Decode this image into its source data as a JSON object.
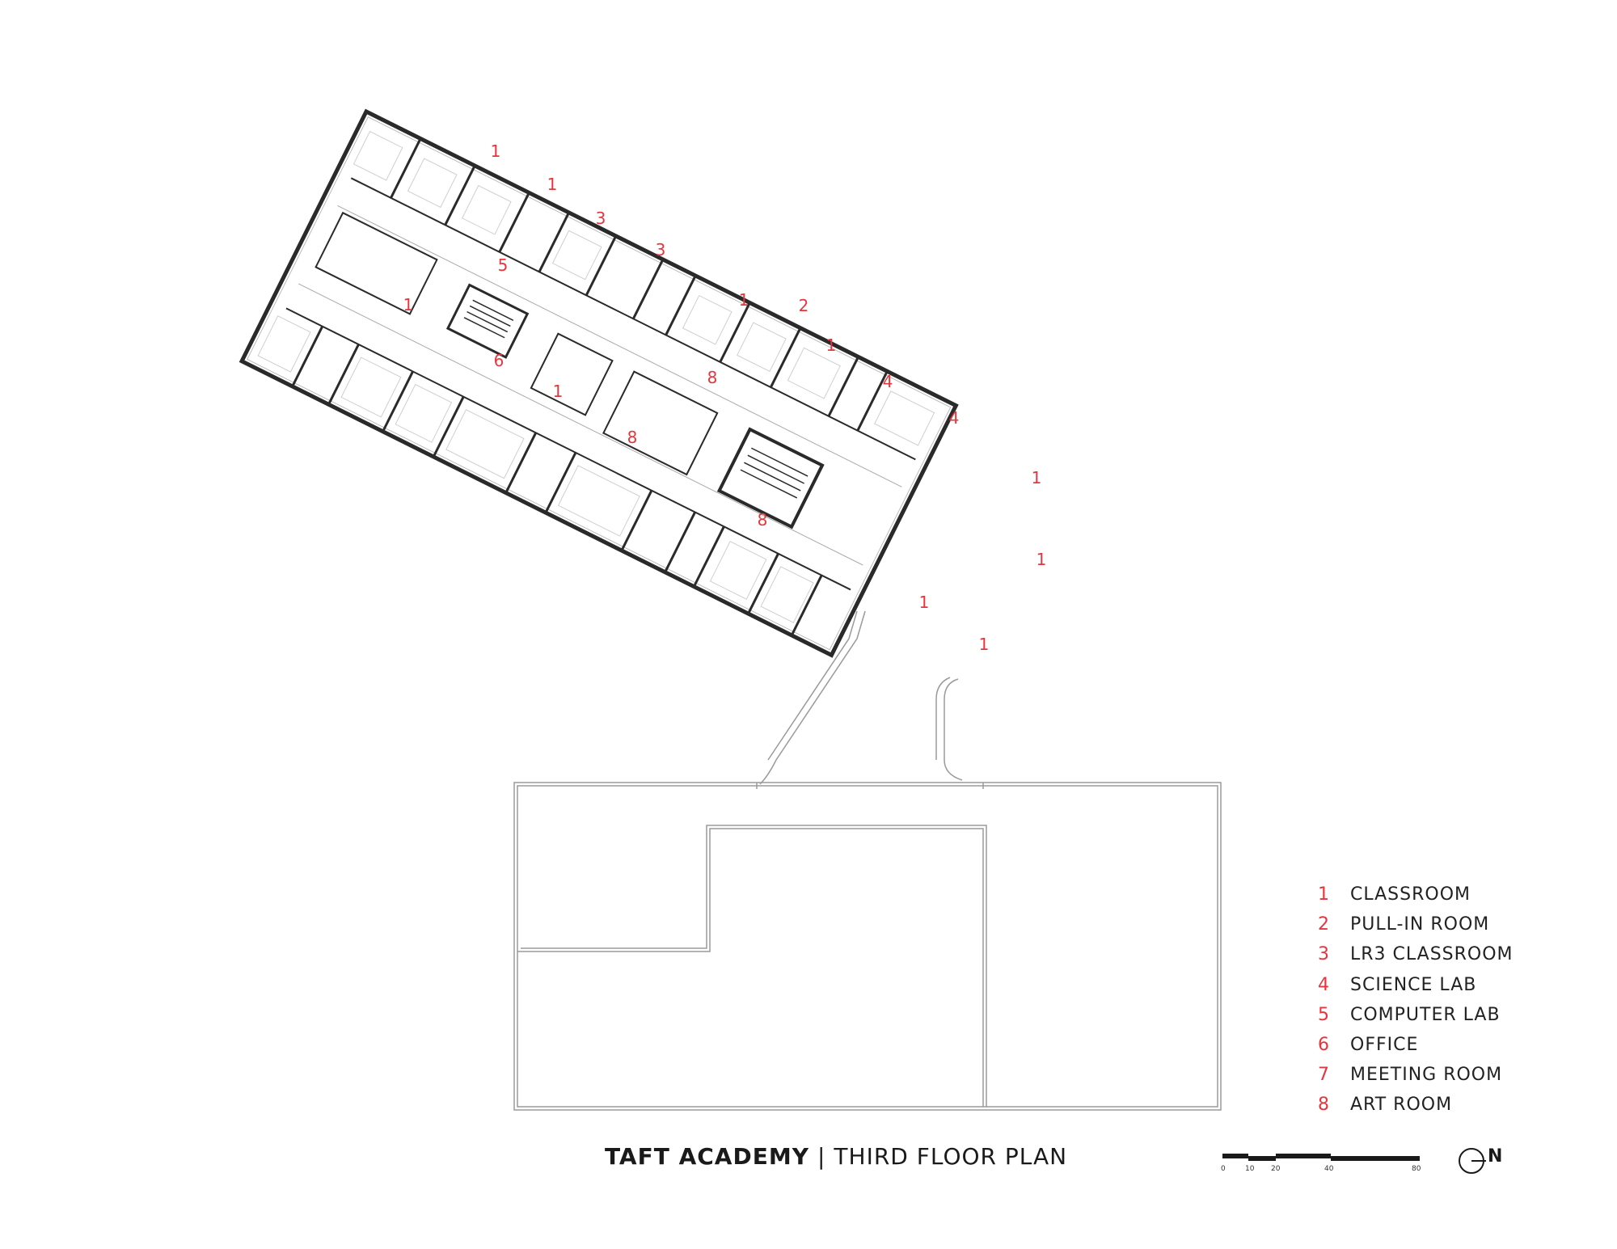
{
  "title": {
    "name": "TAFT ACADEMY",
    "separator": "|",
    "subtitle": "THIRD FLOOR PLAN"
  },
  "legend": [
    {
      "num": "1",
      "label": "CLASSROOM"
    },
    {
      "num": "2",
      "label": "PULL-IN ROOM"
    },
    {
      "num": "3",
      "label": "LR3 CLASSROOM"
    },
    {
      "num": "4",
      "label": "SCIENCE LAB"
    },
    {
      "num": "5",
      "label": "COMPUTER LAB"
    },
    {
      "num": "6",
      "label": "OFFICE"
    },
    {
      "num": "7",
      "label": "MEETING ROOM"
    },
    {
      "num": "8",
      "label": "ART ROOM"
    }
  ],
  "scale_bar": {
    "ticks": [
      "0",
      "10",
      "20",
      "40",
      "80"
    ]
  },
  "north_label": "N",
  "room_tags": [
    "1",
    "1",
    "3",
    "3",
    "5",
    "1",
    "2",
    "1",
    "1",
    "4",
    "4",
    "1",
    "6",
    "1",
    "8",
    "8",
    "8",
    "1",
    "1",
    "1"
  ],
  "colors": {
    "accent": "#e8343c",
    "ink": "#1a1a1a",
    "wall": "#2a2a2a"
  }
}
